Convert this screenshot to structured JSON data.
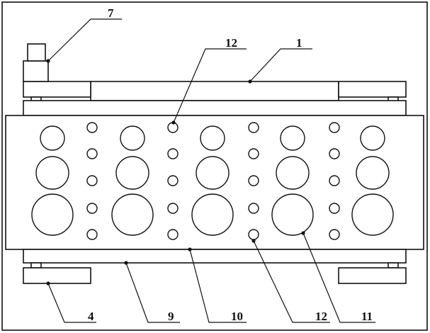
{
  "diagram": {
    "labels": {
      "part_1": "1",
      "part_4": "4",
      "part_7": "7",
      "part_9": "9",
      "part_10": "10",
      "part_11": "11",
      "part_12_top": "12",
      "part_12_bottom": "12"
    },
    "colors": {
      "line": "#111111",
      "background": "#ffffff"
    }
  }
}
